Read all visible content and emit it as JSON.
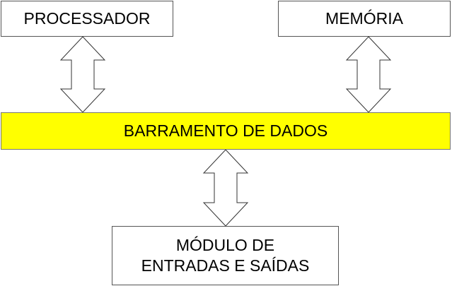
{
  "diagram": {
    "nodes": {
      "processor": {
        "label": "PROCESSADOR"
      },
      "memory": {
        "label": "MEMÓRIA"
      },
      "bus": {
        "label": "BARRAMENTO DE DADOS",
        "fill": "#ffff00"
      },
      "io": {
        "label_lines": [
          "MÓDULO DE",
          "ENTRADAS E SAÍDAS"
        ]
      }
    },
    "edges": [
      {
        "from": "processor",
        "to": "bus",
        "style": "double-headed-block-arrow"
      },
      {
        "from": "memory",
        "to": "bus",
        "style": "double-headed-block-arrow"
      },
      {
        "from": "bus",
        "to": "io",
        "style": "double-headed-block-arrow"
      }
    ]
  }
}
